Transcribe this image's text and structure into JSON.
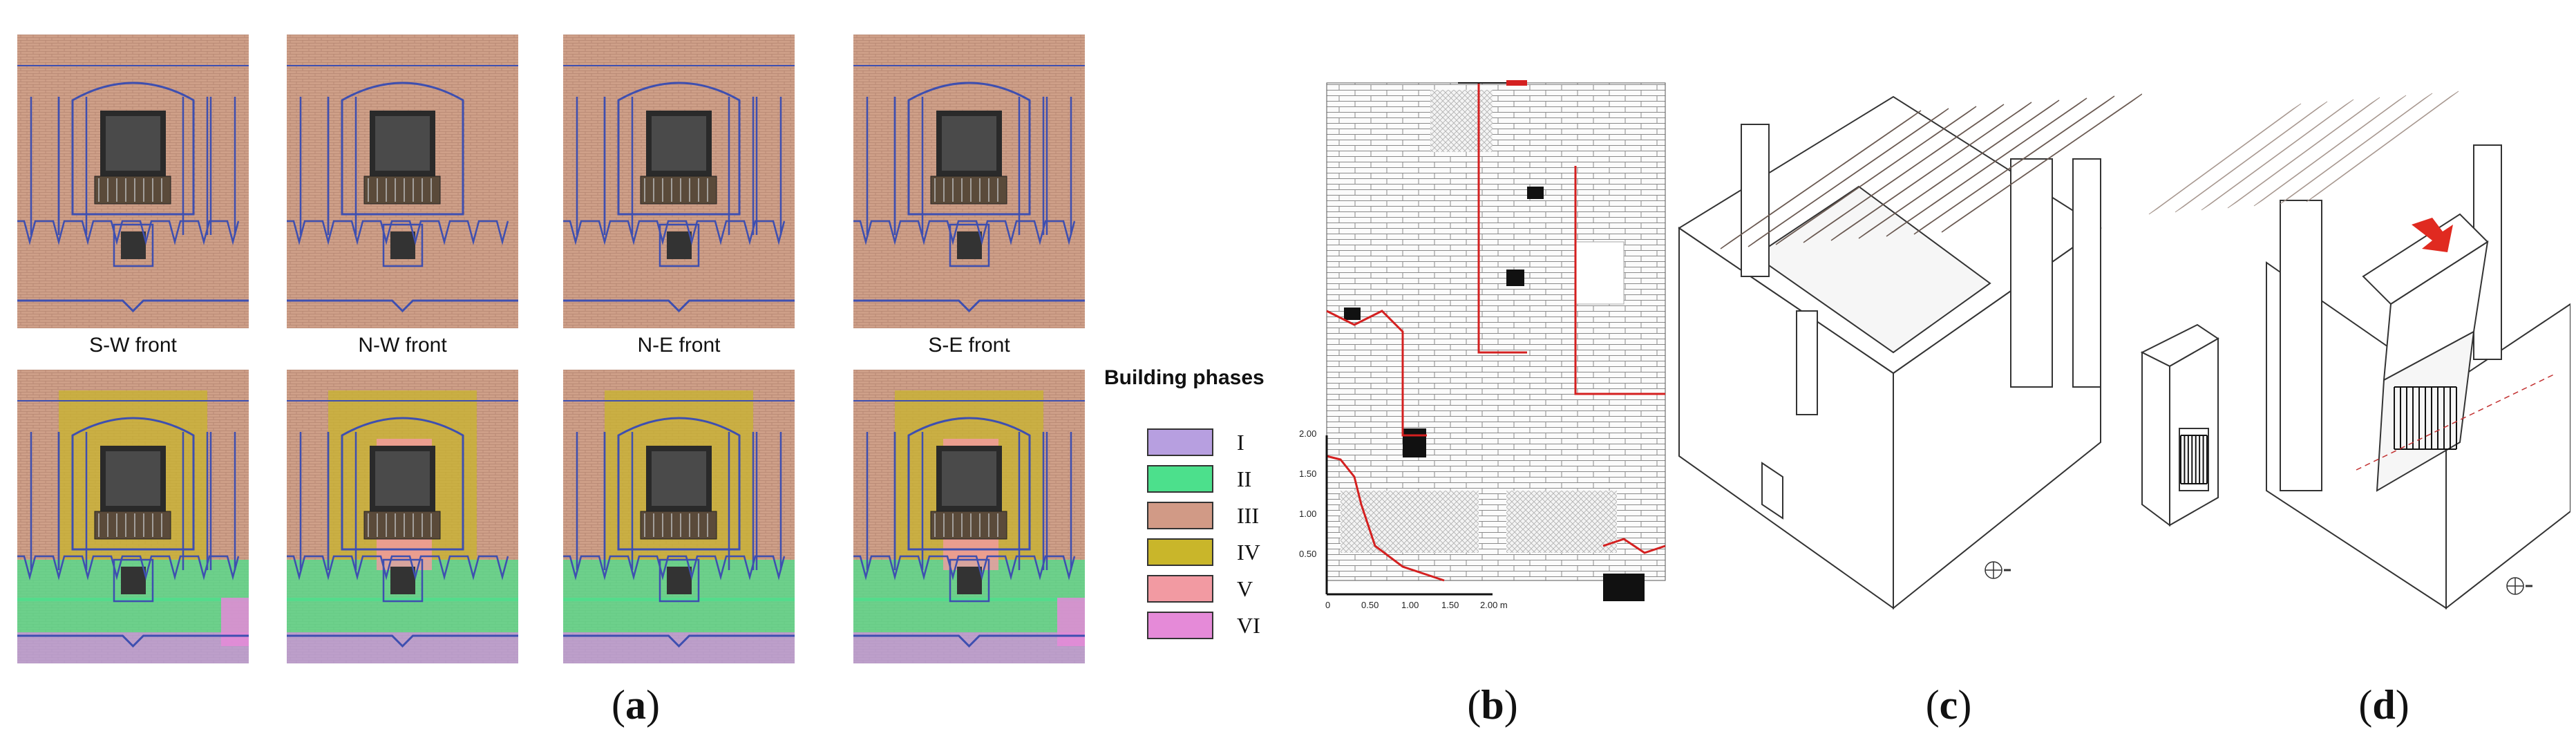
{
  "panel_a": {
    "fronts": [
      "S-W front",
      "N-W front",
      "N-E front",
      "S-E front"
    ],
    "legend_title": "Building phases",
    "phases": [
      {
        "label": "I",
        "color": "#b79fe0"
      },
      {
        "label": "II",
        "color": "#4ce08c"
      },
      {
        "label": "III",
        "color": "#d19a86"
      },
      {
        "label": "IV",
        "color": "#c9b62a"
      },
      {
        "label": "V",
        "color": "#f29aa2"
      },
      {
        "label": "VI",
        "color": "#e58ad8"
      }
    ],
    "brick_color": "#c48a6e",
    "line_color": "#3e4fb0"
  },
  "panel_b": {
    "scale_y_ticks": [
      "2.00",
      "1.50",
      "1.00",
      "0.50"
    ],
    "scale_x_ticks": [
      "0",
      "0.50",
      "1.00",
      "1.50",
      "2.00 m"
    ],
    "line_color": "#d42020"
  },
  "panel_d": {
    "arrow_color": "#e02a20"
  },
  "captions": {
    "a": {
      "open": "(",
      "letter": "a",
      "close": ")"
    },
    "b": {
      "open": "(",
      "letter": "b",
      "close": ")"
    },
    "c": {
      "open": "(",
      "letter": "c",
      "close": ")"
    },
    "d": {
      "open": "(",
      "letter": "d",
      "close": ")"
    }
  }
}
